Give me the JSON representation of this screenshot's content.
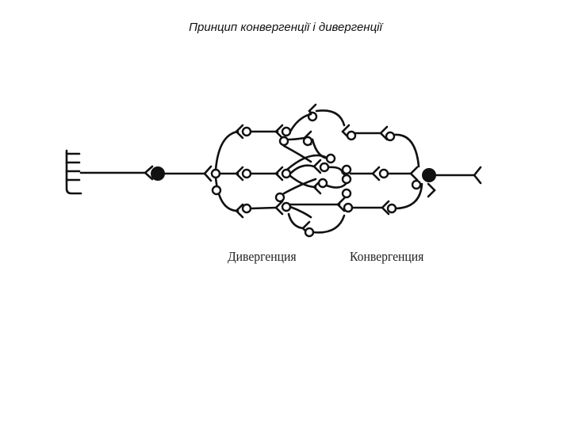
{
  "slide": {
    "title": "Принцип конвергенції і дивергенції"
  },
  "diagram": {
    "labels": {
      "divergence": "Дивергенция",
      "convergence": "Конвергенция"
    },
    "colors": {
      "ink": "#111111",
      "background": "#ffffff"
    }
  }
}
